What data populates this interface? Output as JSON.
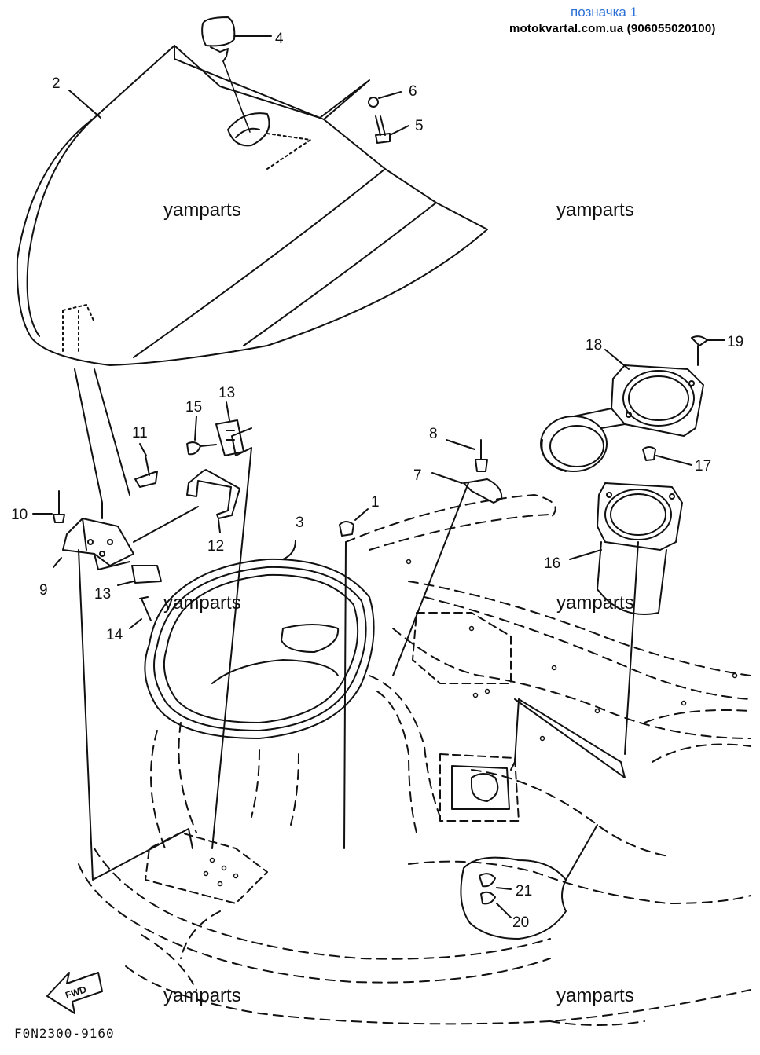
{
  "header": {
    "title": "позначка 1",
    "site": "motokvartal.com.ua (906055020100)"
  },
  "watermarks": [
    "yamparts",
    "yamparts",
    "yamparts",
    "yamparts",
    "yamparts",
    "yamparts"
  ],
  "diagram_code": "F0N2300-9160",
  "fwd_label": "FWD",
  "callouts": [
    "1",
    "2",
    "3",
    "4",
    "5",
    "6",
    "7",
    "8",
    "9",
    "10",
    "11",
    "12",
    "13",
    "13",
    "14",
    "15",
    "16",
    "17",
    "18",
    "19",
    "20",
    "21"
  ]
}
